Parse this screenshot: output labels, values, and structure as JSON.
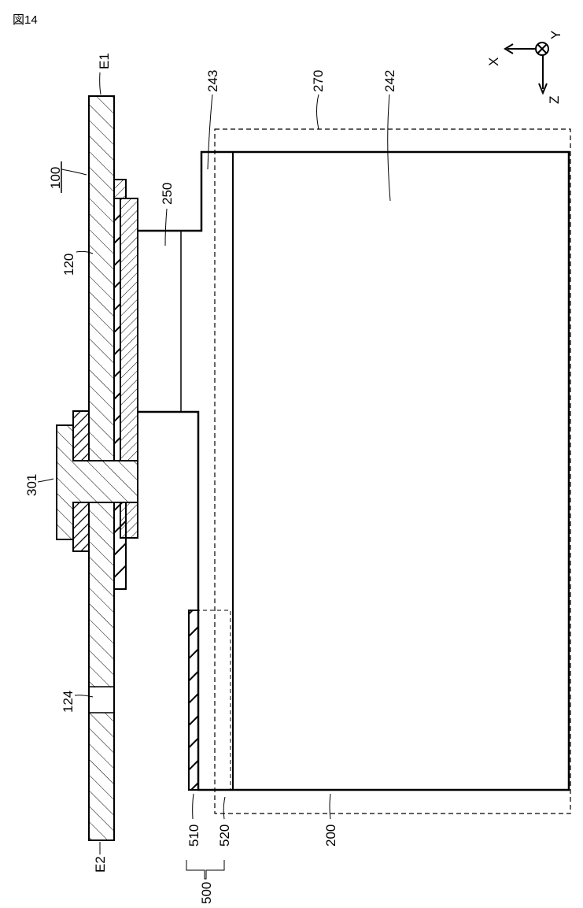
{
  "figure_label": "図14",
  "axes": {
    "x": "X",
    "y": "Y",
    "z": "Z"
  },
  "labels": {
    "e1": "E1",
    "e2": "E2",
    "module": "100",
    "busbar": "120",
    "gap": "124",
    "rivet": "301",
    "spacer": "250",
    "lid_step": "243",
    "envelope": "270",
    "body_top": "242",
    "plate_510": "510",
    "plate_520": "520",
    "group_500": "500",
    "body": "200"
  },
  "colors": {
    "line": "#000000",
    "background": "#ffffff"
  }
}
